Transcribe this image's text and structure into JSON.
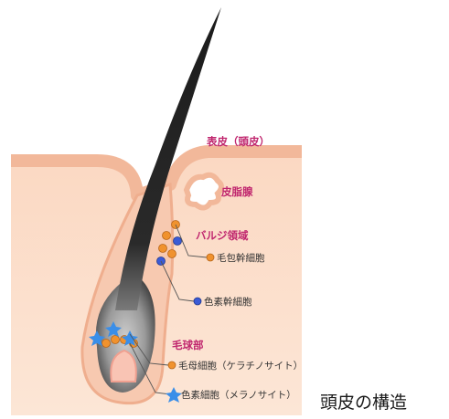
{
  "labels": {
    "epidermis": "表皮（頭皮）",
    "sebaceous_gland": "皮脂腺",
    "bulge_region": "バルジ領域",
    "hair_follicle_stem_cell": "毛包幹細胞",
    "melanocyte_stem_cell": "色素幹細胞",
    "hair_bulb": "毛球部",
    "hair_matrix_cell": "毛母細胞（ケラチノサイト）",
    "melanocyte": "色素細胞（メラノサイト）"
  },
  "caption": "頭皮の構造",
  "colors": {
    "skin": "#fbe0cc",
    "skin_edge": "#f0b596",
    "label_magenta": "#c0266e",
    "stem_cell_orange": "#f0922e",
    "stem_cell_blue": "#3a5bd6",
    "melanocyte_star": "#3a8ee8",
    "hair": "#1b1b1b"
  },
  "icons": {
    "orange_cell": "orange-circle-icon",
    "blue_cell": "blue-circle-icon",
    "star_cell": "blue-star-icon"
  }
}
